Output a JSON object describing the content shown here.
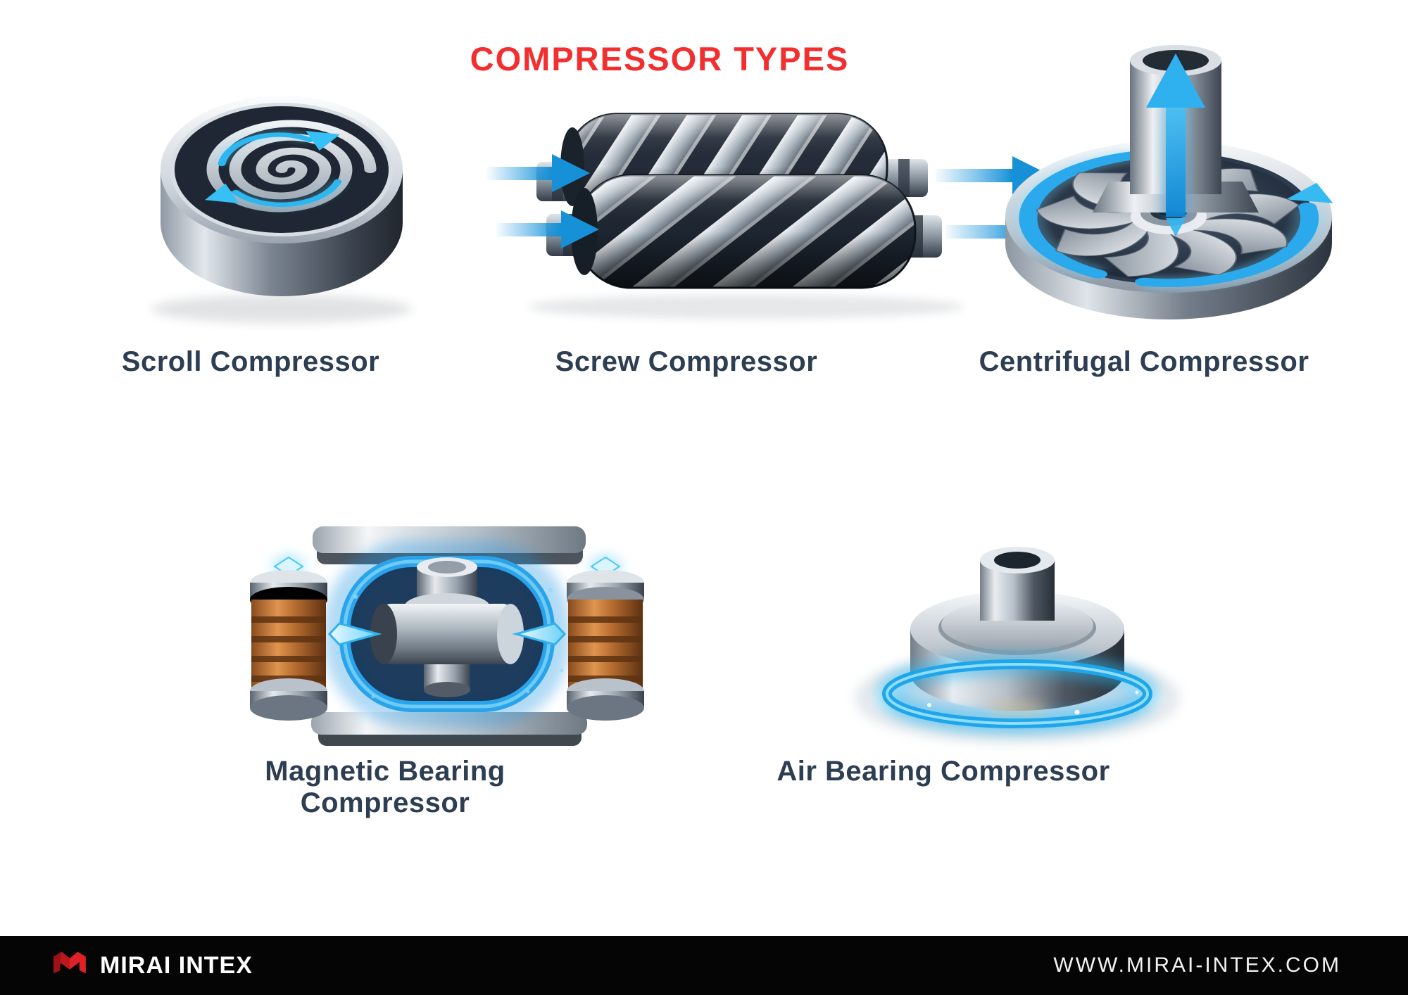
{
  "title": {
    "text": "COMPRESSOR TYPES"
  },
  "compressors": [
    {
      "id": "scroll",
      "label": "Scroll Compressor",
      "icon": "scroll-spiral-illustration"
    },
    {
      "id": "screw",
      "label": "Screw Compressor",
      "icon": "twin-screw-rotors-illustration"
    },
    {
      "id": "centrifugal",
      "label": "Centrifugal Compressor",
      "icon": "impeller-volute-illustration"
    },
    {
      "id": "magnetic",
      "label": "Magnetic Bearing Compressor",
      "icon": "magnetic-levitation-rotor-illustration"
    },
    {
      "id": "air",
      "label": "Air Bearing Compressor",
      "icon": "air-cushion-rotor-illustration"
    }
  ],
  "footer": {
    "brand": "MIRAI INTEX",
    "website": "WWW.MIRAI-INTEX.COM"
  },
  "colors": {
    "title_red": "#f32e2e",
    "label_navy": "#2d3e53",
    "arrow_blue": "#1b96dc",
    "glow_cyan": "#4fc7f3",
    "copper": "#c07a3a",
    "metal_silver": "#c6ccd4",
    "footer_black": "#050505",
    "logo_red": "#df2127"
  }
}
